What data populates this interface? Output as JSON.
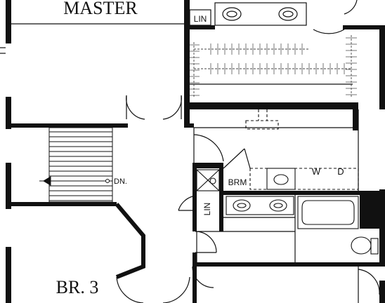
{
  "rooms": {
    "master": "MASTER",
    "br3": "BR. 3",
    "lin_top": "LIN",
    "lin_bottom": "LIN",
    "brm": "BRM",
    "washer": "W",
    "dryer": "D",
    "stair_dn": "DN."
  }
}
